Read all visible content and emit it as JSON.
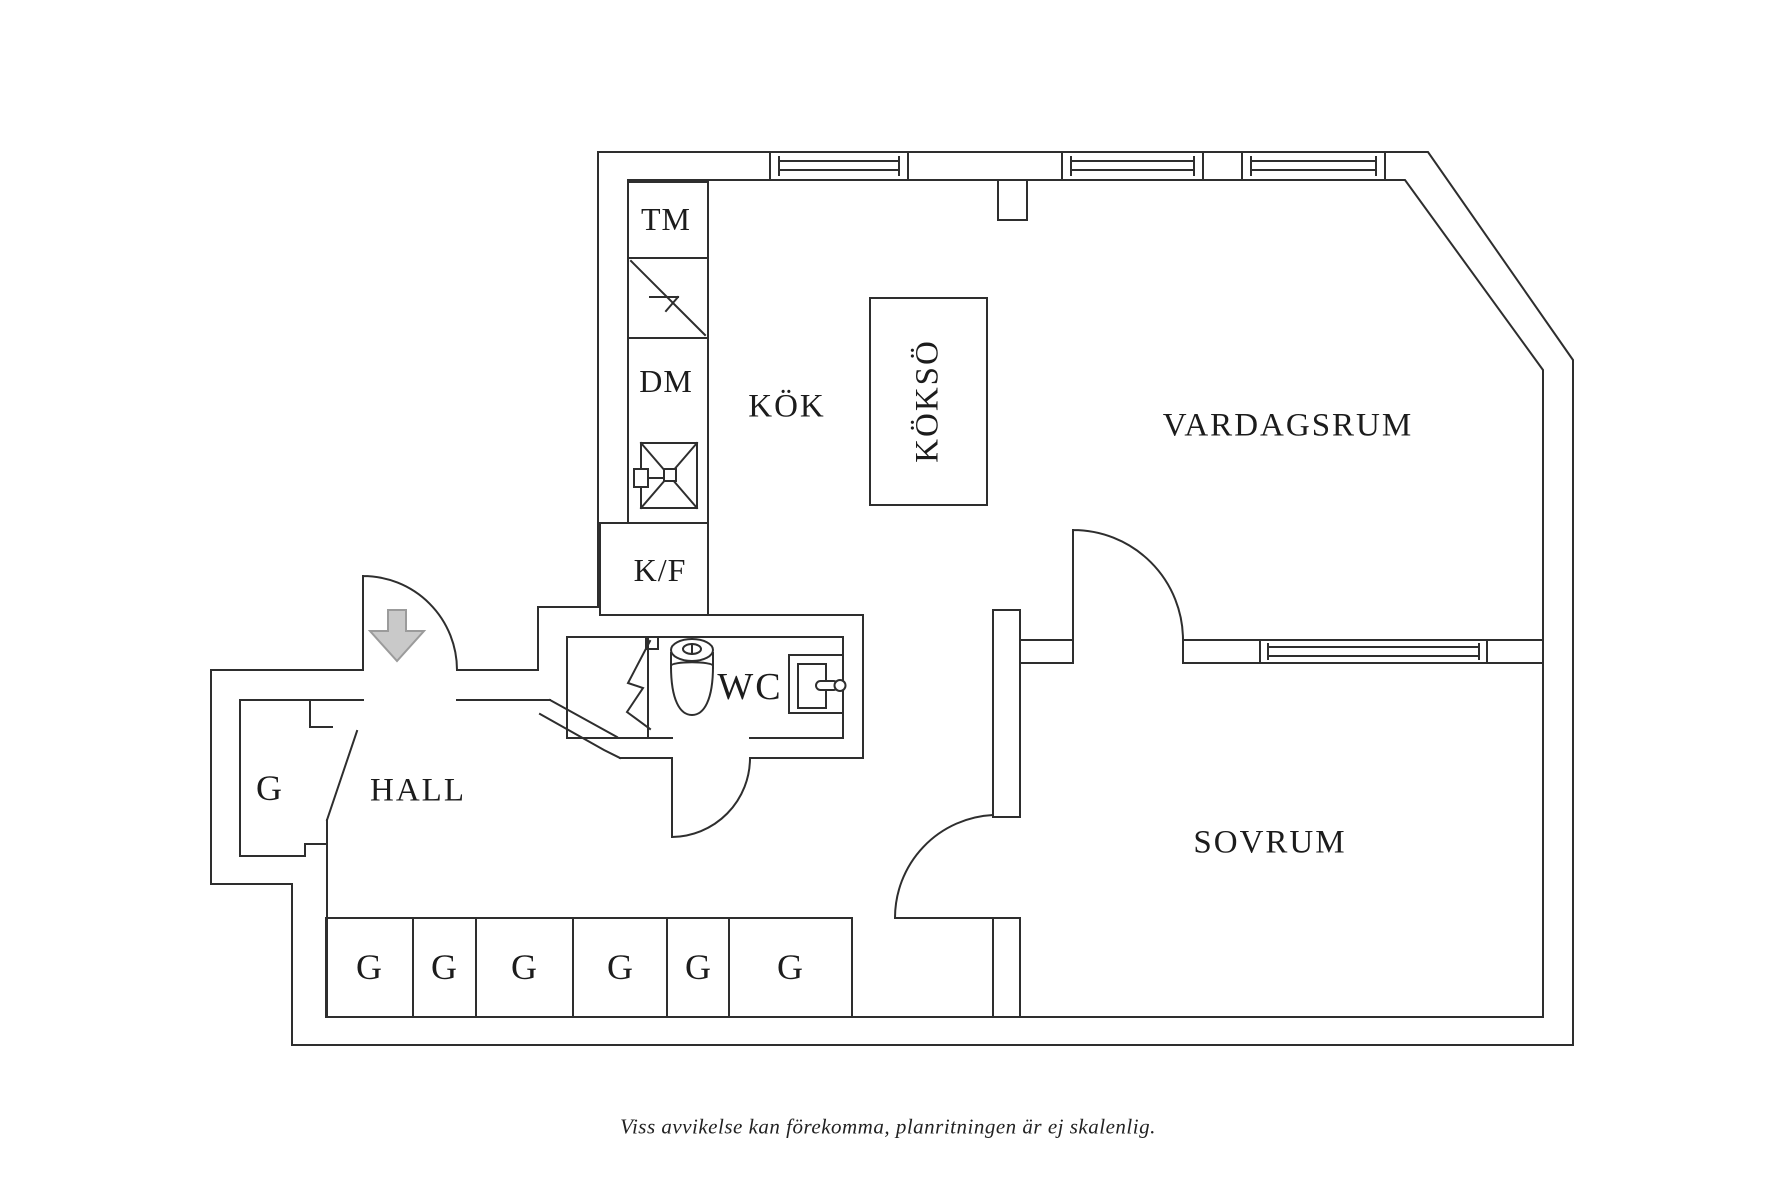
{
  "floorplan": {
    "rooms": {
      "kitchen": "KÖK",
      "kitchen_island": "KÖKSÖ",
      "living_room": "VARDAGSRUM",
      "bedroom": "SOVRUM",
      "hall": "HALL",
      "wc": "WC"
    },
    "appliances": {
      "washing_machine": "TM",
      "dishwasher": "DM",
      "fridge_freezer": "K/F"
    },
    "hall_closet": "G",
    "closets_bottom": [
      "G",
      "G",
      "G",
      "G",
      "G",
      "G"
    ],
    "caption": "Viss avvikelse kan förekomma, planritningen är ej skalenlig.",
    "colors": {
      "wall": "#2e2e2e",
      "background": "#ffffff",
      "entry_arrow_fill": "#c9c9c9",
      "entry_arrow_stroke": "#9b9b9b"
    }
  }
}
